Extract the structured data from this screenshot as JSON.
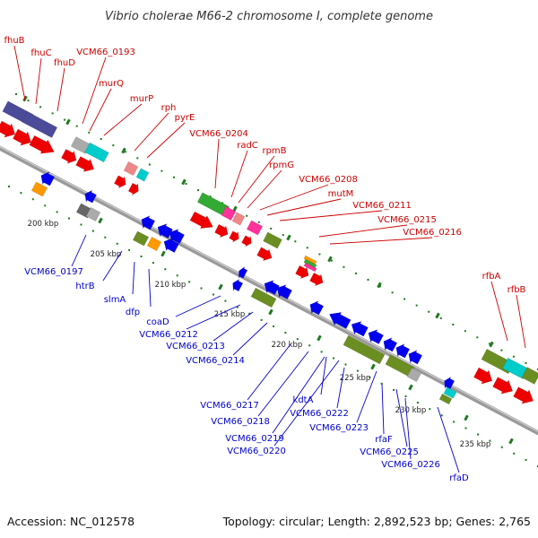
{
  "title": "Vibrio cholerae M66-2 chromosome I, complete genome",
  "accession": "Accession: NC_012578",
  "topology": "Topology: circular; Length: 2,892,523 bp; Genes: 2,765",
  "colors": {
    "backbone": "#8c8c8c",
    "tick": "#1f7a1f",
    "label_forward": "#cc0000",
    "label_reverse": "#0000cc",
    "forward_arrow": "#ee0000",
    "reverse_arrow": "#0000ee",
    "olive": "#6b8e23",
    "teal": "#00cccc",
    "slate": "#4b4b9a",
    "orange": "#ff9900",
    "pink": "#ff3399",
    "salmon": "#ee8888",
    "green": "#33aa33",
    "grey": "#aaaaaa",
    "darkgrey": "#666666"
  },
  "ticks": [
    "200 kbp",
    "205 kbp",
    "210 kbp",
    "215 kbp",
    "220 kbp",
    "225 kbp",
    "230 kbp",
    "235 kbp"
  ],
  "labels_forward": [
    "fhuB",
    "fhuC",
    "fhuD",
    "VCM66_0193",
    "murQ",
    "murP",
    "rph",
    "pyrE",
    "VCM66_0204",
    "radC",
    "rpmB",
    "rpmG",
    "VCM66_0208",
    "mutM",
    "VCM66_0211",
    "VCM66_0215",
    "VCM66_0216",
    "rfbA",
    "rfbB"
  ],
  "labels_reverse": [
    "VCM66_0197",
    "htrB",
    "slmA",
    "dfp",
    "coaD",
    "VCM66_0212",
    "VCM66_0213",
    "VCM66_0214",
    "VCM66_0217",
    "VCM66_0218",
    "VCM66_0219",
    "VCM66_0220",
    "kdtA",
    "VCM66_0222",
    "VCM66_0223",
    "rfaF",
    "VCM66_0225",
    "VCM66_0226",
    "rfaD"
  ]
}
